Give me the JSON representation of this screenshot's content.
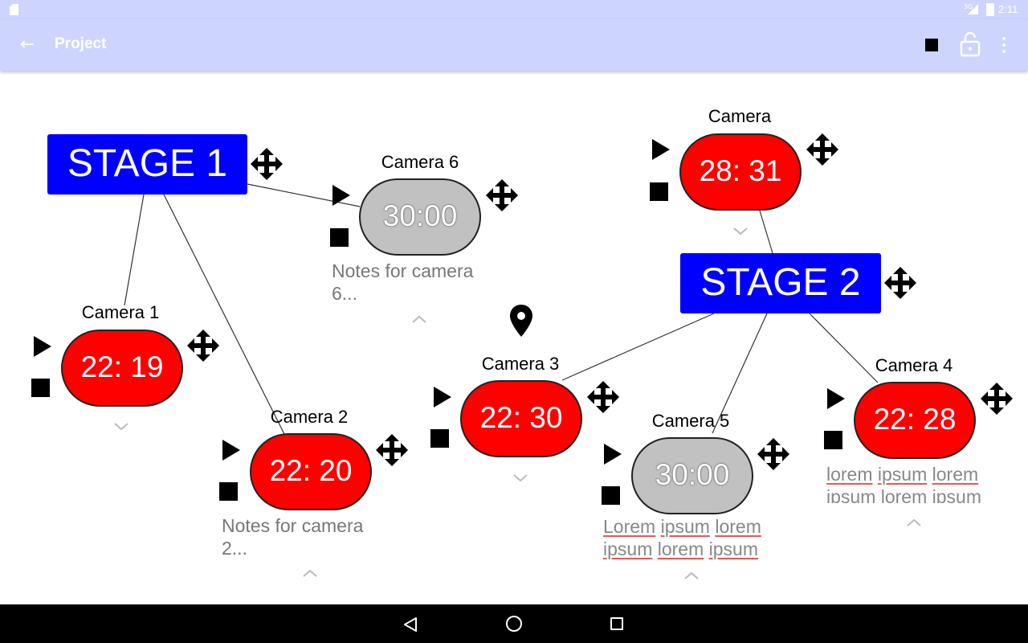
{
  "status_bar": {
    "network": "3G",
    "time": "2:11"
  },
  "app_bar": {
    "title": "Project",
    "back_icon": "arrow-left-icon",
    "lock_icon": "lock-open-icon",
    "menu_icon": "more-vert-icon"
  },
  "stages": [
    {
      "label": "STAGE 1"
    },
    {
      "label": "STAGE 2"
    }
  ],
  "cameras": [
    {
      "name": "Camera",
      "timer": "28: 31",
      "state": "running",
      "notes": ""
    },
    {
      "name": "Camera 6",
      "timer": "30:00",
      "state": "idle",
      "notes": "Notes for camera 6..."
    },
    {
      "name": "Camera 1",
      "timer": "22: 19",
      "state": "running",
      "notes": ""
    },
    {
      "name": "Camera 2",
      "timer": "22: 20",
      "state": "running",
      "notes": "Notes for camera 2..."
    },
    {
      "name": "Camera 3",
      "timer": "22: 30",
      "state": "running",
      "notes": ""
    },
    {
      "name": "Camera 5",
      "timer": "30:00",
      "state": "idle",
      "notes": "Lorem ipsum lorem ipsum lorem ipsum"
    },
    {
      "name": "Camera 4",
      "timer": "22: 28",
      "state": "running",
      "notes": "lorem ipsum lorem ipsum lorem ipsum"
    }
  ],
  "colors": {
    "app_bar": "#cdd5fe",
    "stage": "#0000fe",
    "running": "#fe0000",
    "idle": "#c1c1c1"
  }
}
